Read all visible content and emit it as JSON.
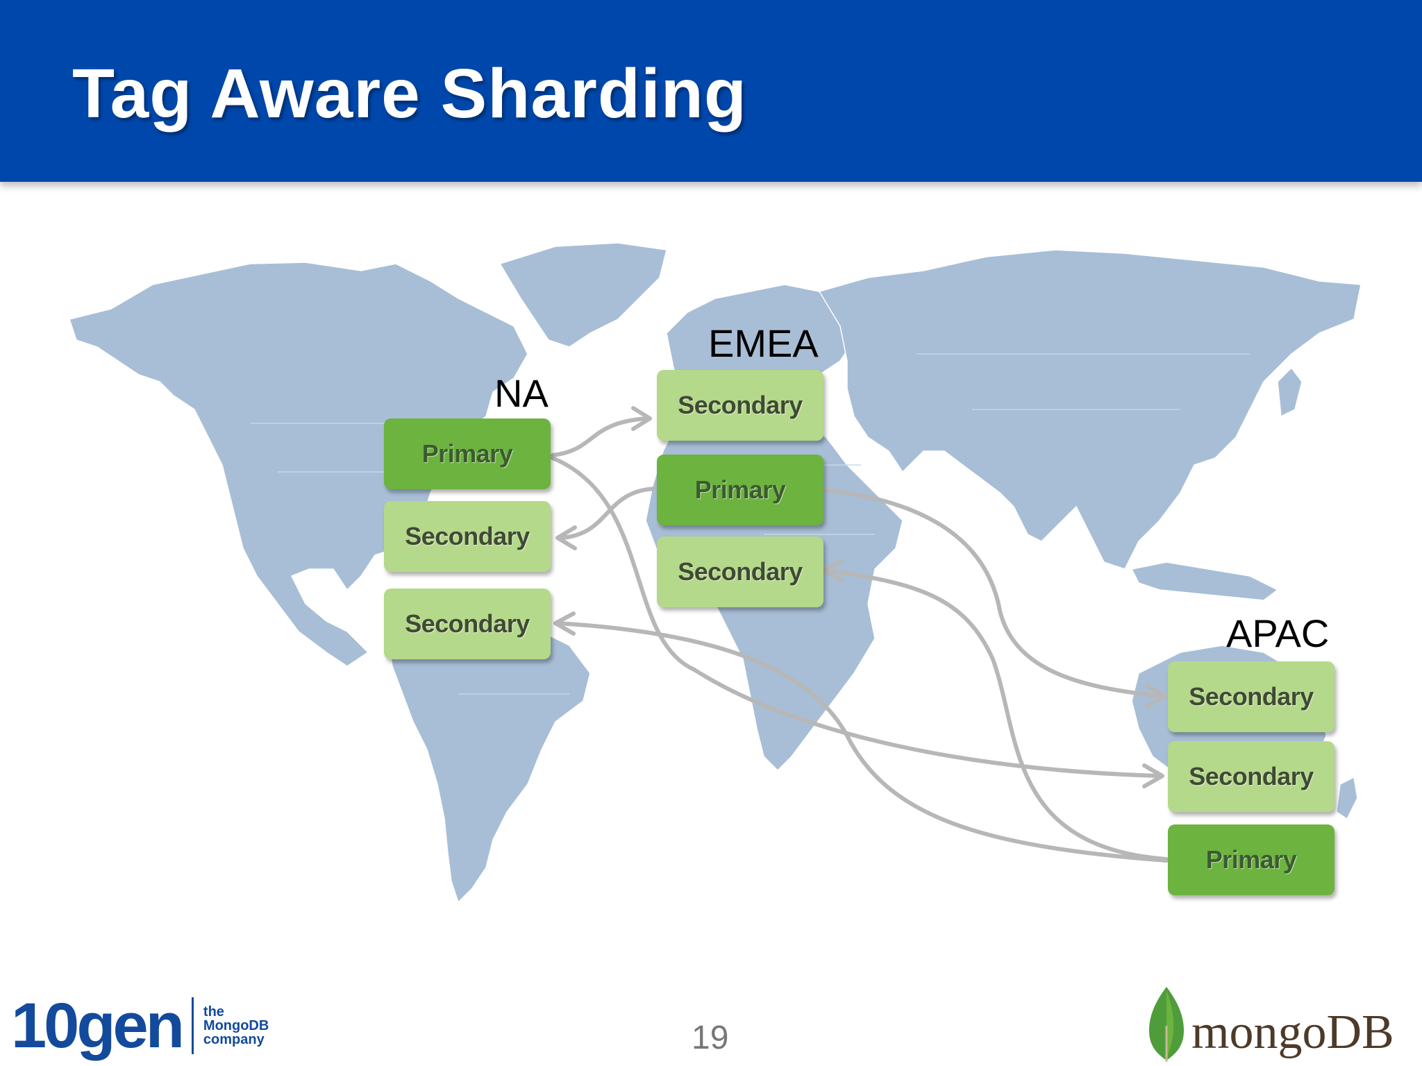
{
  "slide": {
    "title": "Tag Aware Sharding",
    "page_number": "19"
  },
  "regions": {
    "na": "NA",
    "emea": "EMEA",
    "apac": "APAC"
  },
  "nodes": {
    "na": [
      "Primary",
      "Secondary",
      "Secondary"
    ],
    "emea": [
      "Secondary",
      "Primary",
      "Secondary"
    ],
    "apac": [
      "Secondary",
      "Secondary",
      "Primary"
    ]
  },
  "footer": {
    "left_brand": "10gen",
    "left_tagline": [
      "the",
      "MongoDB",
      "company"
    ],
    "right_brand_prefix": "mongo",
    "right_brand_suffix": "DB"
  },
  "colors": {
    "header": "#0047ab",
    "primary": "#6cb33f",
    "secondary": "#b5d98a",
    "land": "#a8bed6",
    "arrow": "#b7b7b7"
  },
  "icons": [
    "mongodb-leaf-icon",
    "world-map"
  ]
}
